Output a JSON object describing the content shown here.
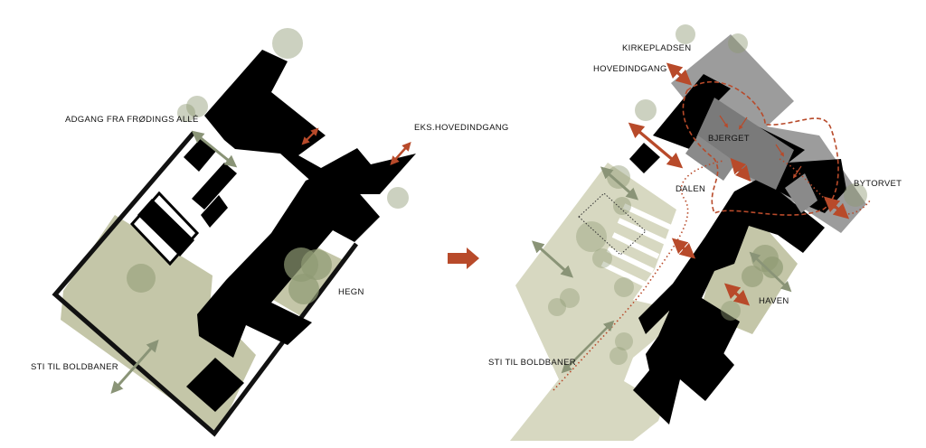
{
  "colors": {
    "building": "#000000",
    "green_area": "#c4c6a8",
    "green_area_light": "#d7d8c1",
    "tree": "#8f9a73",
    "grey_roof": "#9c9c9c",
    "grey_roof_dark": "#7a7a7a",
    "arrow_red": "#b84a2a",
    "arrow_green": "#8a9477",
    "route_red": "#b84a2a"
  },
  "existing_plan": {
    "labels": {
      "access_frodings_alle": "ADGANG FRA FRØDINGS ALLÉ",
      "existing_main_entrance": "EKS.HOVEDINDGANG",
      "fence": "HEGN",
      "path_to_ballfields": "STI TIL BOLDBANER"
    },
    "icons": [
      "double-arrow-icon",
      "tree-icon"
    ]
  },
  "transition_arrow_icon": "right-arrow-icon",
  "proposed_plan": {
    "labels": {
      "church_square": "KIRKEPLADSEN",
      "main_entrance": "HOVEDINDGANG",
      "the_mountain": "BJERGET",
      "the_valley": "DALEN",
      "town_square": "BYTORVET",
      "the_garden": "HAVEN",
      "path_to_ballfields": "STI TIL BOLDBANER"
    },
    "icons": [
      "double-arrow-icon",
      "tree-icon",
      "dotted-route-line"
    ]
  }
}
